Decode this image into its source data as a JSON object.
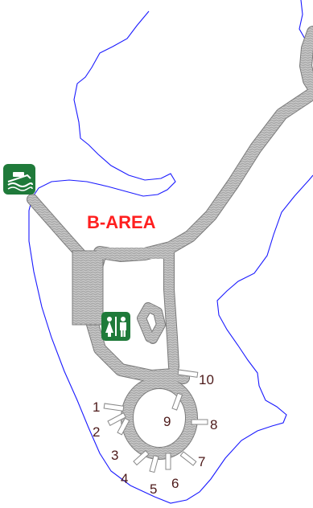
{
  "map": {
    "area_label": "B-AREA",
    "sites": [
      {
        "id": "site-1",
        "label": "1"
      },
      {
        "id": "site-2",
        "label": "2"
      },
      {
        "id": "site-3",
        "label": "3"
      },
      {
        "id": "site-4",
        "label": "4"
      },
      {
        "id": "site-5",
        "label": "5"
      },
      {
        "id": "site-6",
        "label": "6"
      },
      {
        "id": "site-7",
        "label": "7"
      },
      {
        "id": "site-8",
        "label": "8"
      },
      {
        "id": "site-9",
        "label": "9"
      },
      {
        "id": "site-10",
        "label": "10"
      }
    ],
    "icons": {
      "boat_ramp": "boat-ramp-icon",
      "restroom": "restroom-icon"
    },
    "colors": {
      "shoreline": "#1a1aff",
      "road": "#a6a6a6",
      "road_hatch": "#d4d4d4",
      "area_label": "#ff1f1f",
      "site_number": "#4d1a1a",
      "icon_green": "#1f7a3a",
      "site_pad": "#888888"
    }
  }
}
